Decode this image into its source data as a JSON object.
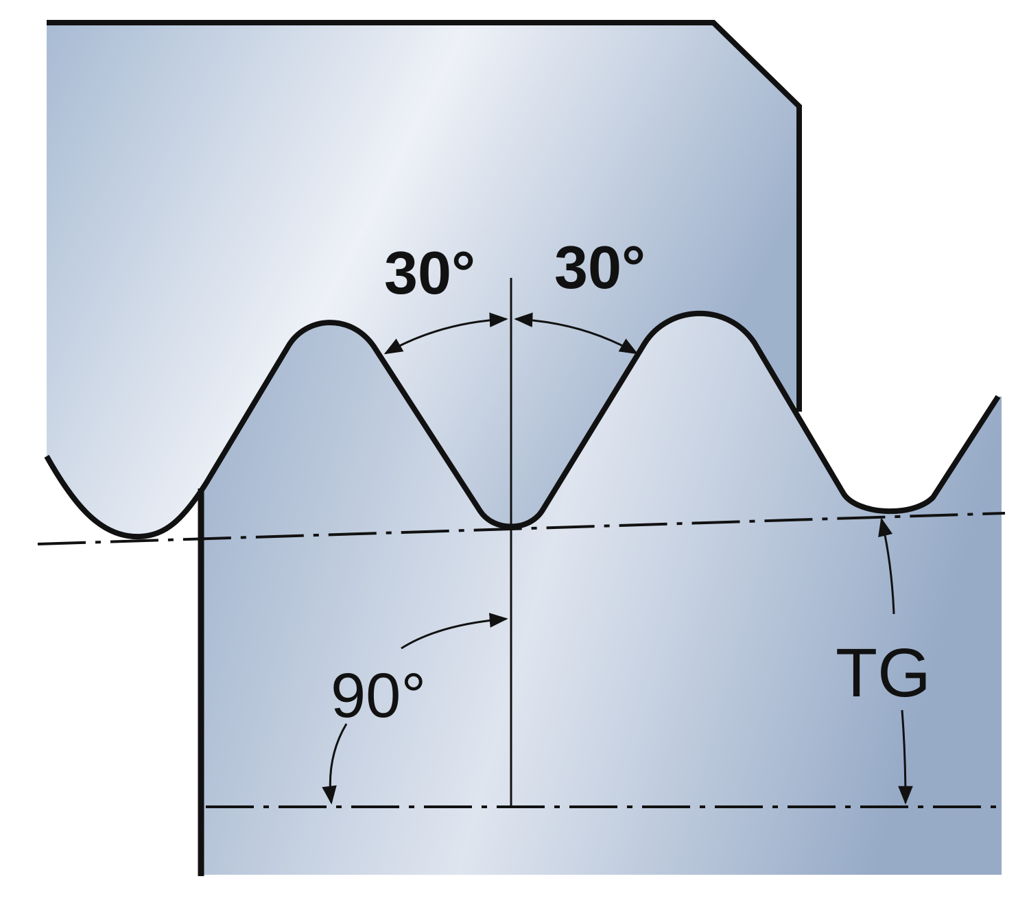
{
  "diagram": {
    "angle_left_label": "30°",
    "angle_right_label": "30°",
    "angle_bottom_label": "90°",
    "dimension_label": "TG"
  },
  "colors": {
    "fill_dark": "#9fb2cc",
    "fill_light": "#eef1f7",
    "outline": "#111111"
  }
}
